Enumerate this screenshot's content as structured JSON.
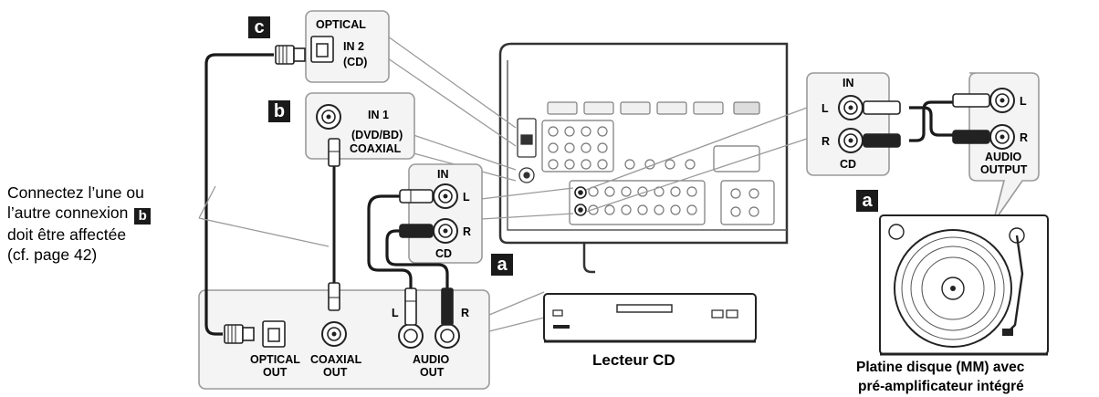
{
  "note": {
    "line1": "Connectez l’une ou",
    "line2_prefix": "l’autre connexion",
    "line2_badge": "b",
    "line3": "doit être affectée",
    "line4": "(cf. page 42)"
  },
  "badges": {
    "c": "c",
    "b": "b",
    "a": "a"
  },
  "receiver_inputs": {
    "optical_title": "OPTICAL",
    "optical_in": "IN 2",
    "optical_sub": "(CD)",
    "coax_in": "IN 1",
    "coax_sub1": "(DVD/BD)",
    "coax_sub2": "COAXIAL",
    "analog_title": "IN",
    "analog_left": "L",
    "analog_right": "R",
    "analog_sub": "CD"
  },
  "cd_player_outputs": {
    "optical_line1": "OPTICAL",
    "optical_line2": "OUT",
    "coax_line1": "COAXIAL",
    "coax_line2": "OUT",
    "left": "L",
    "right": "R",
    "audio_line1": "AUDIO",
    "audio_line2": "OUT"
  },
  "turntable_side": {
    "in_title": "IN",
    "left": "L",
    "right": "R",
    "cd": "CD",
    "out_left": "L",
    "out_right": "R",
    "output_line1": "AUDIO",
    "output_line2": "OUTPUT"
  },
  "captions": {
    "cd_player": "Lecteur CD",
    "turntable_line1": "Platine disque (MM) avec",
    "turntable_line2": "pré-amplificateur intégré"
  },
  "colors": {
    "ink": "#1a1a1a",
    "callout": "#9a9a9a",
    "panel_fill": "#f4f4f4"
  }
}
